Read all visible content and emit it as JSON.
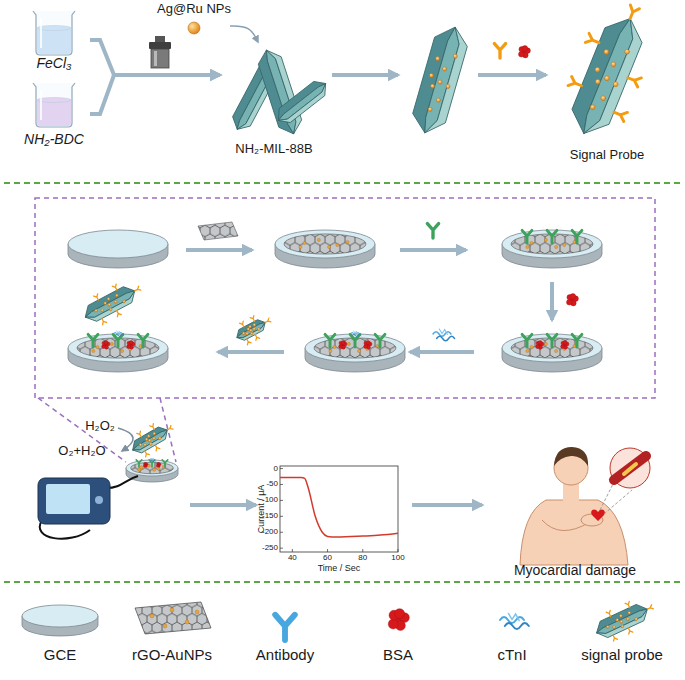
{
  "diagram": {
    "nodes": [
      {
        "text": [
          "FeCl₃"
        ]
      },
      {
        "text": [
          "NH₂-BDC"
        ]
      },
      {
        "text": [
          "Ag@Ru NPs"
        ]
      },
      {
        "text": [
          "NH₂-MIL-88B"
        ]
      },
      {
        "text": [
          "Signal Probe"
        ]
      }
    ],
    "edges": [
      {
        "from": 0,
        "to": 3,
        "arrow": "to"
      },
      {
        "from": 1,
        "to": 3,
        "arrow": "to"
      },
      {
        "from": 2,
        "to": 3,
        "arrow": "to"
      }
    ],
    "labels": [
      "H₂O₂",
      "O₂+H₂O",
      "Current / μA",
      "0",
      "-50",
      "-100",
      "-150",
      "-200",
      "-250",
      "40",
      "60",
      "80",
      "100",
      "Time / Sec",
      "Myocardial damage"
    ],
    "legend": [
      {
        "text": "GCE"
      },
      {
        "text": "rGO-AuNPs"
      },
      {
        "text": "Antibody"
      },
      {
        "text": "BSA"
      },
      {
        "text": "cTnI"
      },
      {
        "text": "signal probe"
      }
    ]
  }
}
